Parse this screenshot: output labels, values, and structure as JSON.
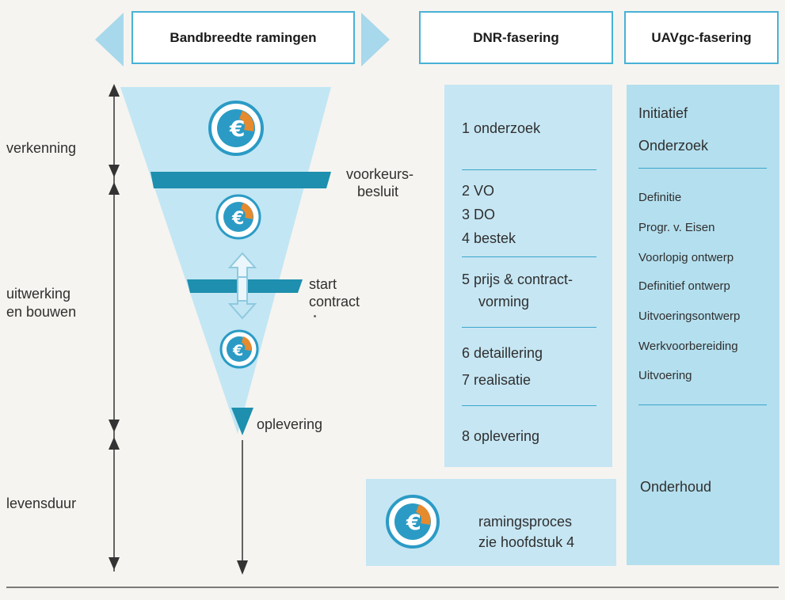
{
  "header": {
    "left_title": "Bandbreedte ramingen",
    "dnr_title": "DNR-fasering",
    "uav_title": "UAVgc-fasering"
  },
  "phases": {
    "verkenning": "verkenning",
    "uitwerking_1": "uitwerking",
    "uitwerking_2": "en bouwen",
    "levensduur": "levensduur"
  },
  "milestones": {
    "voorkeur_1": "voorkeurs-",
    "voorkeur_2": "besluit",
    "start_1": "start",
    "start_2": "contract",
    "oplevering": "oplevering"
  },
  "dnr": {
    "g1": [
      "1 onderzoek"
    ],
    "g2": [
      "2 VO",
      "3 DO",
      "4 bestek"
    ],
    "g3": [
      "5 prijs & contract-",
      "vorming"
    ],
    "g4": [
      "6 detaillering",
      "7 realisatie"
    ],
    "g5": [
      "8 oplevering"
    ]
  },
  "uav": {
    "top": [
      "Initiatief",
      "Onderzoek"
    ],
    "middle": [
      "Definitie",
      "Progr. v. Eisen",
      "Voorlopig ontwerp",
      "Definitief ontwerp",
      "Uitvoeringsontwerp",
      "Werkvoorbereiding",
      "Uitvoering"
    ],
    "bottom": "Onderhoud"
  },
  "legend": {
    "line1": "ramingsproces",
    "line2": "zie hoofdstuk 4"
  },
  "colors": {
    "accent": "#48b2d6",
    "band": "#1e8fae",
    "funnel": "#bfe5f3",
    "icon_ring": "#2b9bc5",
    "icon_orange": "#e68a2e"
  }
}
